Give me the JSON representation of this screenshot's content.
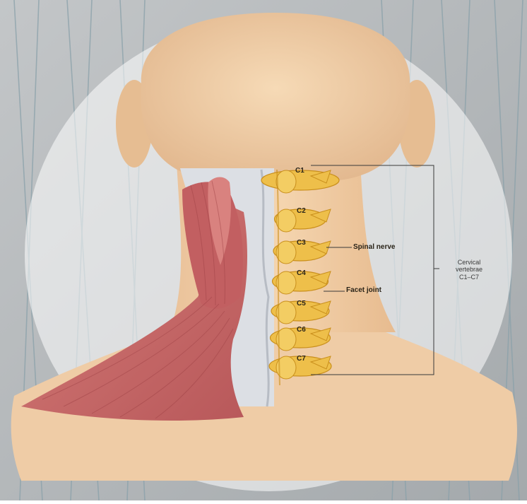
{
  "vertebrae": [
    "C1",
    "C2",
    "C3",
    "C4",
    "C5",
    "C6",
    "C7"
  ],
  "callouts": {
    "spinal_nerve": "Spinal nerve",
    "facet_joint": "Facet joint"
  },
  "group_label": {
    "line1": "Cervical",
    "line2": "vertebrae",
    "line3": "C1–C7"
  },
  "colors": {
    "background": "#b4b8ba",
    "stripes": "#8aa1aa",
    "skin": "#f2cfa6",
    "skin_shade": "#e2b588",
    "muscle": "#c96a6a",
    "muscle_dark": "#9c3f43",
    "fascia": "#dcdfe4",
    "bone": "#eebf4a",
    "bone_dark": "#c98f1c",
    "leader": "#3a3a3a"
  }
}
